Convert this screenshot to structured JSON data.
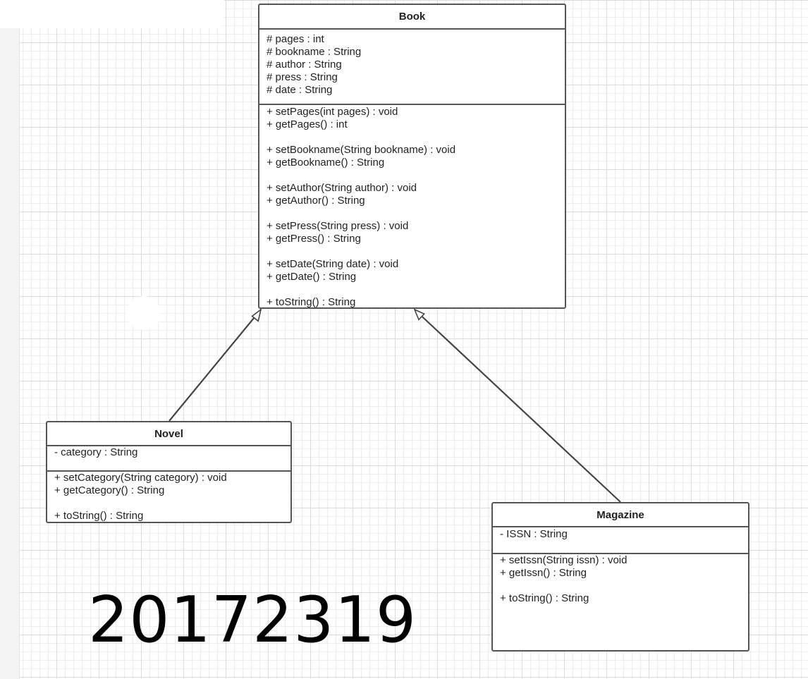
{
  "diagram": {
    "classes": {
      "book": {
        "name": "Book",
        "attributes": [
          "# pages : int",
          "# bookname : String",
          "# author : String",
          "# press : String",
          "# date : String"
        ],
        "methods": [
          "+ setPages(int pages) : void",
          "+ getPages() : int",
          "",
          "+ setBookname(String bookname) : void",
          "+ getBookname() : String",
          "",
          "+ setAuthor(String author) : void",
          "+ getAuthor() : String",
          "",
          "+ setPress(String press) : void",
          "+ getPress() : String",
          "",
          "+ setDate(String date) : void",
          "+ getDate() : String",
          "",
          "+ toString() : String"
        ]
      },
      "novel": {
        "name": "Novel",
        "attributes": [
          "- category : String"
        ],
        "methods": [
          "+ setCategory(String category) : void",
          "+ getCategory() : String",
          "",
          "+ toString() : String"
        ]
      },
      "magazine": {
        "name": "Magazine",
        "attributes": [
          "- ISSN : String"
        ],
        "methods": [
          "+ setIssn(String issn) : void",
          "+ getIssn() : String",
          "",
          "+ toString() : String"
        ]
      }
    },
    "relationships": [
      {
        "type": "generalization",
        "from": "Novel",
        "to": "Book"
      },
      {
        "type": "generalization",
        "from": "Magazine",
        "to": "Book"
      }
    ],
    "student_id": "20172319"
  },
  "colors": {
    "box_border": "#555555",
    "arrow": "#444444",
    "grid_major": "#dcdcdc",
    "grid_minor": "#eeeeee",
    "text": "#222222"
  }
}
